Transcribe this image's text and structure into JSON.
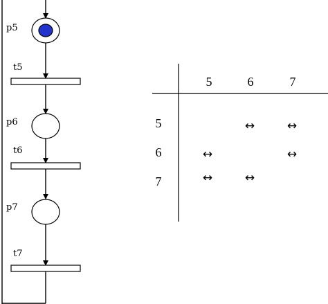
{
  "petri_net": {
    "places": [
      {
        "id": "p5",
        "label": "p5",
        "marked": true
      },
      {
        "id": "p6",
        "label": "p6",
        "marked": false
      },
      {
        "id": "p7",
        "label": "p7",
        "marked": false
      }
    ],
    "transitions": [
      {
        "id": "t5",
        "label": "t5"
      },
      {
        "id": "t6",
        "label": "t6"
      },
      {
        "id": "t7",
        "label": "t7"
      }
    ],
    "token_color": "#2233cc"
  },
  "relation_table": {
    "column_headers": [
      "5",
      "6",
      "7"
    ],
    "row_headers": [
      "5",
      "6",
      "7"
    ],
    "symbol": "↔",
    "cells": [
      [
        "",
        "↔",
        "↔"
      ],
      [
        "↔",
        "",
        "↔"
      ],
      [
        "↔",
        "↔",
        ""
      ]
    ]
  }
}
